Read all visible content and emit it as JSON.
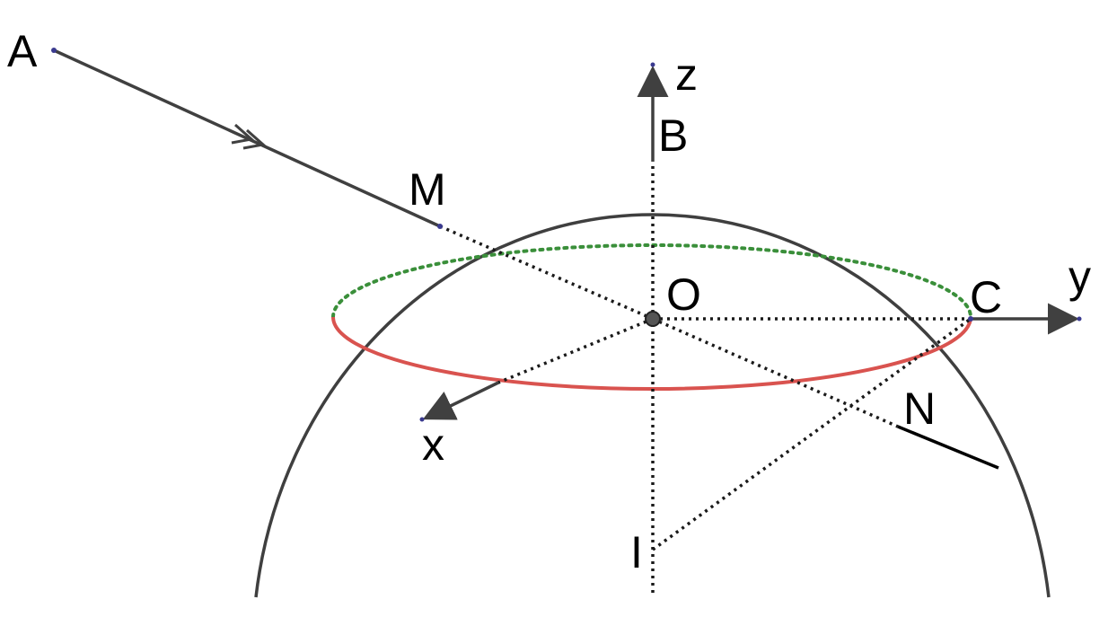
{
  "diagram": {
    "colors": {
      "outline": "#3f3f3f",
      "construction": "#1a1a1a",
      "equator_front": "#d9534f",
      "equator_back": "#3a8f3a",
      "ray": "#404040"
    },
    "labels": {
      "A": "A",
      "B": "B",
      "M": "M",
      "O": "O",
      "C": "C",
      "N": "N",
      "I": "I",
      "x": "x",
      "y": "y",
      "z": "z"
    }
  }
}
